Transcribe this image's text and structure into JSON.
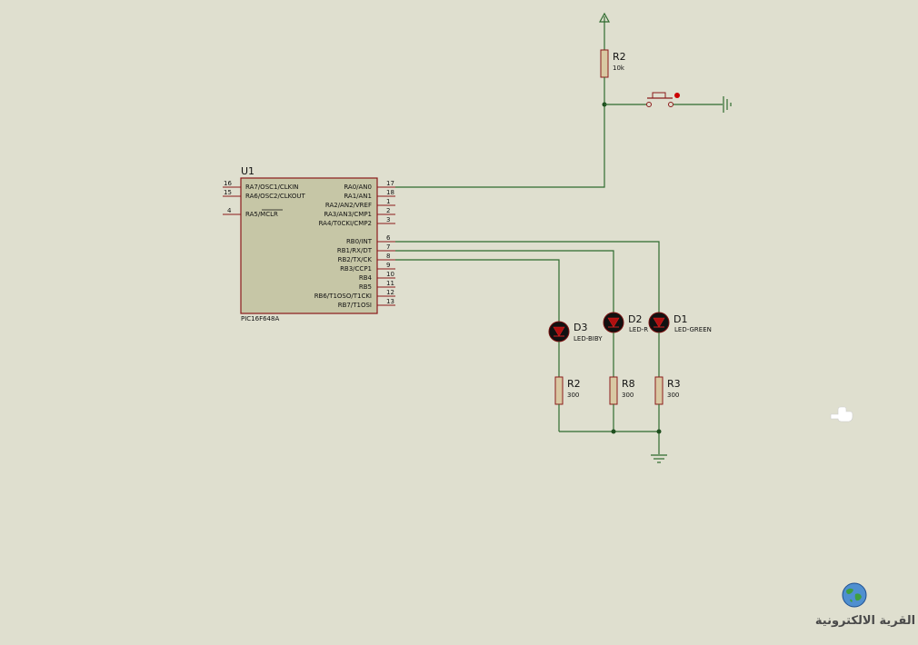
{
  "chip": {
    "ref": "U1",
    "part": "PIC16F648A",
    "left_pins": [
      {
        "num": "16",
        "name": "RA7/OSC1/CLKIN"
      },
      {
        "num": "15",
        "name": "RA6/OSC2/CLKOUT"
      },
      {
        "num": "4",
        "name": "RA5/MCLR"
      }
    ],
    "right_pins": [
      {
        "num": "17",
        "name": "RA0/AN0"
      },
      {
        "num": "18",
        "name": "RA1/AN1"
      },
      {
        "num": "1",
        "name": "RA2/AN2/VREF"
      },
      {
        "num": "2",
        "name": "RA3/AN3/CMP1"
      },
      {
        "num": "3",
        "name": "RA4/T0CKI/CMP2"
      },
      {
        "num": "6",
        "name": "RB0/INT"
      },
      {
        "num": "7",
        "name": "RB1/RX/DT"
      },
      {
        "num": "8",
        "name": "RB2/TX/CK"
      },
      {
        "num": "9",
        "name": "RB3/CCP1"
      },
      {
        "num": "10",
        "name": "RB4"
      },
      {
        "num": "11",
        "name": "RB5"
      },
      {
        "num": "12",
        "name": "RB6/T1OSO/T1CKI"
      },
      {
        "num": "13",
        "name": "RB7/T1OSI"
      }
    ]
  },
  "pullup": {
    "ref": "R2",
    "value": "10k"
  },
  "leds": [
    {
      "ref": "D3",
      "model": "LED-BIBY"
    },
    {
      "ref": "D2",
      "model": "LED-R"
    },
    {
      "ref": "D1",
      "model": "LED-GREEN"
    }
  ],
  "resistors": [
    {
      "ref": "R2",
      "value": "300"
    },
    {
      "ref": "R8",
      "value": "300"
    },
    {
      "ref": "R3",
      "value": "300"
    }
  ],
  "colors": {
    "background": "#dfdfcf",
    "wire": "#2f6b2f",
    "component_outline": "#8b1a1a",
    "chip_fill": "#c6c6a6"
  },
  "icons": {
    "globe": "globe-logo-icon",
    "cursor": "hand-cursor-icon"
  },
  "watermark": "القرية الالكترونية"
}
